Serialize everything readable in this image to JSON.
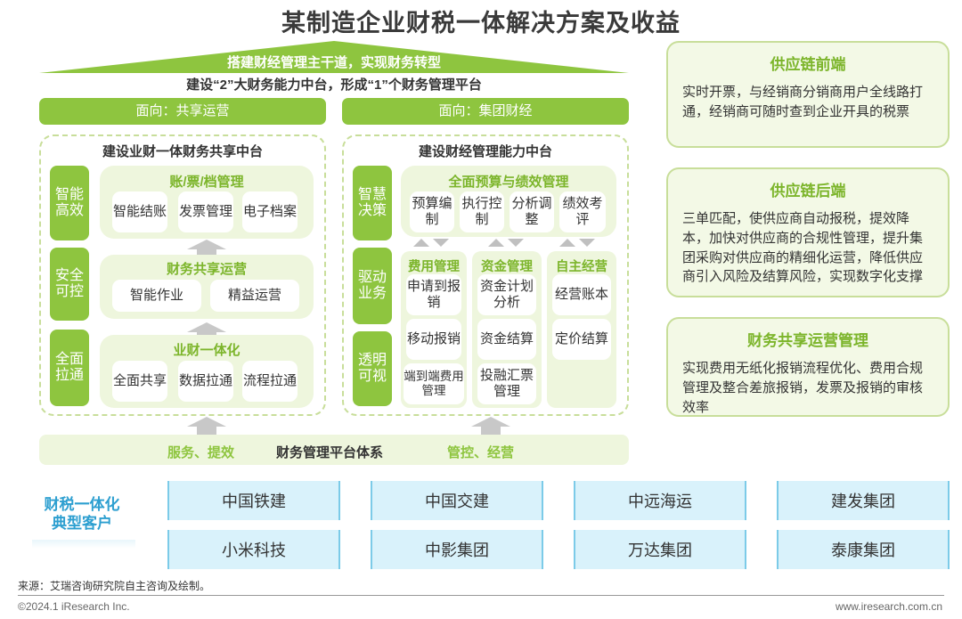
{
  "title": "某制造企业财税一体解决方案及收益",
  "roof_text": "搭建财经管理主干道，实现财务转型",
  "subtitle": "建设“2”大财务能力中台，形成“1”个财务管理平台",
  "left": {
    "face": "面向：共享运营",
    "panel_title": "建设业财一体财务共享中台",
    "vbars": [
      "智能高效",
      "安全可控",
      "全面拉通"
    ],
    "blocks": [
      {
        "title": "账/票/档管理",
        "chips": [
          "智能结账",
          "发票管理",
          "电子档案"
        ]
      },
      {
        "title": "财务共享运营",
        "chips": [
          "智能作业",
          "精益运营"
        ]
      },
      {
        "title": "业财一体化",
        "chips": [
          "全面共享",
          "数据拉通",
          "流程拉通"
        ]
      }
    ]
  },
  "right": {
    "face": "面向：集团财经",
    "panel_title": "建设财经管理能力中台",
    "vbars": [
      "智慧决策",
      "驱动业务",
      "透明可视"
    ],
    "top_block": {
      "title": "全面预算与绩效管理",
      "chips": [
        "预算编制",
        "执行控制",
        "分析调整",
        "绩效考评"
      ]
    },
    "columns": [
      {
        "title": "费用管理",
        "chips": [
          "申请到报销",
          "移动报销",
          "端到端费用管理"
        ]
      },
      {
        "title": "资金管理",
        "chips": [
          "资金计划分析",
          "资金结算",
          "投融汇票管理"
        ]
      },
      {
        "title": "自主经营",
        "chips": [
          "经营账本",
          "定价结算"
        ]
      }
    ]
  },
  "base": {
    "left": "服务、提效",
    "center": "财务管理平台体系",
    "right": "管控、经营"
  },
  "side_panels": [
    {
      "title": "供应链前端",
      "text": "实时开票，与经销商分销商用户全线路打通，经销商可随时查到企业开具的税票"
    },
    {
      "title": "供应链后端",
      "text": "三单匹配，使供应商自动报税，提效降本，加快对供应商的合规性管理，提升集团采购对供应商的精细化运营，降低供应商引入风险及结算风险，实现数字化支撑"
    },
    {
      "title": "财务共享运营管理",
      "text": "实现费用无纸化报销流程优化、费用合规管理及整合差旅报销，发票及报销的审核效率"
    }
  ],
  "customers": {
    "label": "财税一体化典型客户",
    "label_line1": "财税一体化",
    "label_line2": "典型客户",
    "items": [
      "中国铁建",
      "中国交建",
      "中远海运",
      "建发集团",
      "小米科技",
      "中影集团",
      "万达集团",
      "泰康集团"
    ]
  },
  "source": "来源：艾瑞咨询研究院自主咨询及绘制。",
  "footer_left": "©2024.1 iResearch Inc.",
  "footer_right": "www.iresearch.com.cn",
  "colors": {
    "green": "#8ec53f",
    "light_green": "#eef6dd",
    "blue": "#2d9fd0",
    "light_blue": "#d9f2fb"
  }
}
